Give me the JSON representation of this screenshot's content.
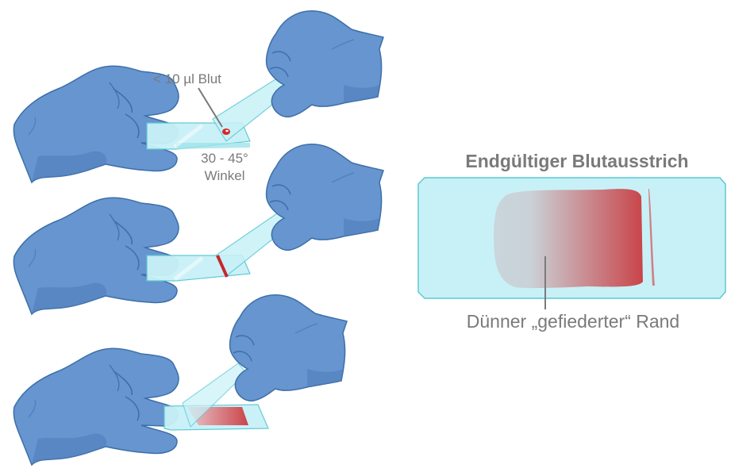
{
  "steps": [
    {
      "name": "step-1-drop",
      "annotations": {
        "blood_volume": "< 10 µl Blut",
        "angle_value": "30 - 45°",
        "angle_label": "Winkel"
      }
    },
    {
      "name": "step-2-spread-line"
    },
    {
      "name": "step-3-push-smear"
    }
  ],
  "result": {
    "title": "Endgültiger Blutausstrich",
    "edge_caption": "Dünner „gefiederter“ Rand"
  },
  "colors": {
    "glove": "#6695cf",
    "glove_shadow": "#4f7fbb",
    "glove_outline": "#3d6fa8",
    "slide_fill": "#c8f1f7",
    "slide_edge": "#5cc8d3",
    "blood": "#c9454a",
    "smear_thin": "#c9d6dc",
    "text": "#7a7a7a"
  }
}
